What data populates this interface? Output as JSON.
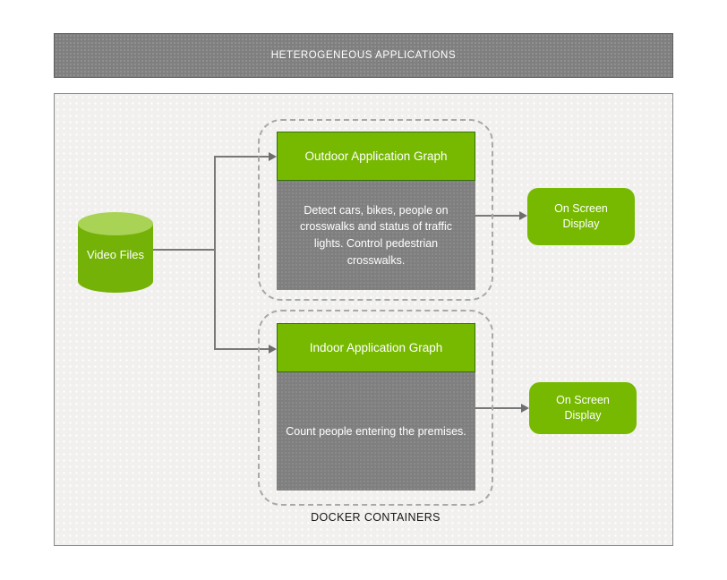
{
  "title_bar": {
    "label": "HETEROGENEOUS APPLICATIONS"
  },
  "diagram": {
    "source": {
      "label": "Video Files"
    },
    "group_label": "DOCKER CONTAINERS",
    "pipelines": [
      {
        "title": "Outdoor Application Graph",
        "description": "Detect cars, bikes, people on crosswalks and status of traffic lights. Control pedestrian crosswalks.",
        "output_label": "On Screen Display"
      },
      {
        "title": "Indoor Application Graph",
        "description": "Count people entering the premises.",
        "output_label": "On Screen Display"
      }
    ],
    "colors": {
      "accent_green": "#76b900",
      "accent_green_light": "#a8d355",
      "accent_green_border": "#35700a",
      "node_gray": "#7f7f7f",
      "canvas_bg": "#f1f0ee",
      "connector": "#787878"
    }
  }
}
